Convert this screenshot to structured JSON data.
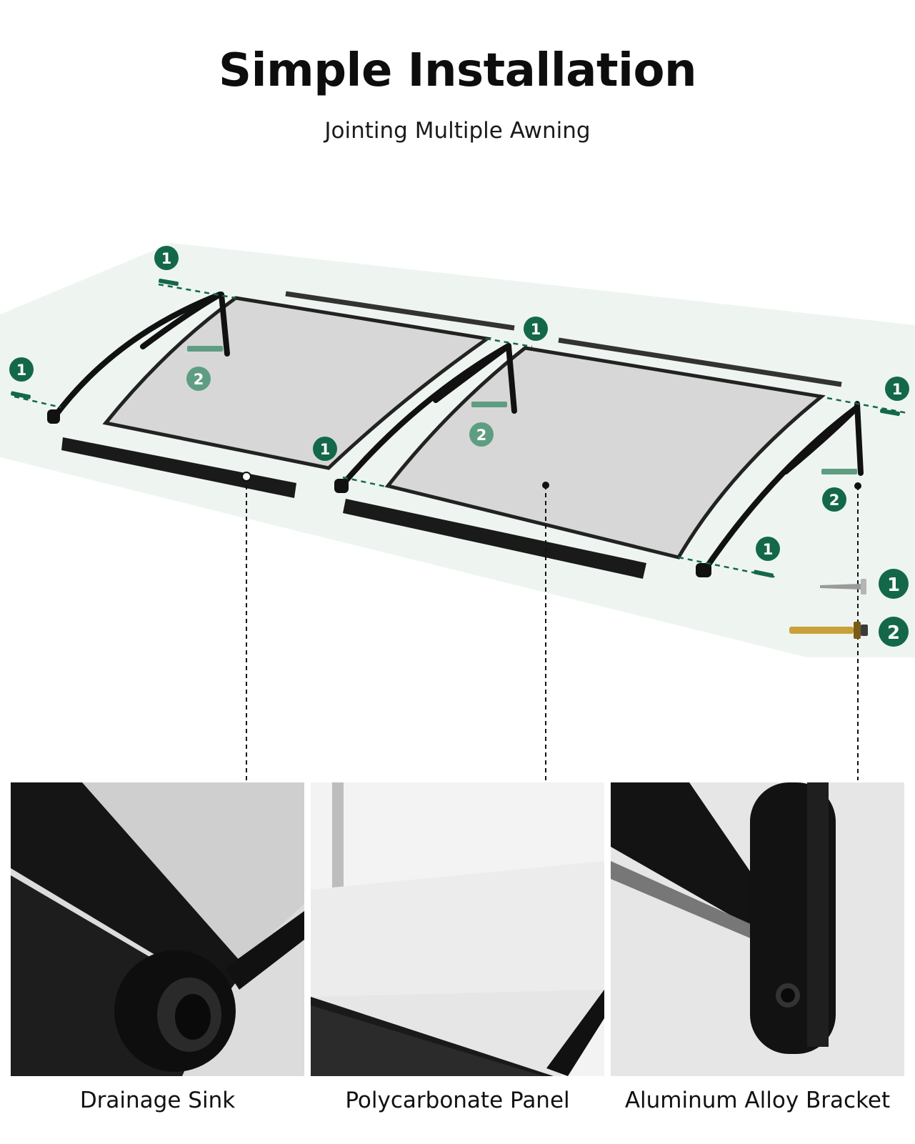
{
  "header": {
    "title": "Simple Installation",
    "subtitle": "Jointing Multiple Awning"
  },
  "badges": {
    "screw": "1",
    "anchor_bolt": "2"
  },
  "legend": {
    "screw_number": "1",
    "anchor_bolt_number": "2"
  },
  "details": [
    {
      "label": "Drainage Sink"
    },
    {
      "label": "Polycarbonate Panel"
    },
    {
      "label": "Aluminum Alloy Bracket"
    }
  ],
  "colors": {
    "badge_green": "#13684a",
    "badge_green_light": "#5f9d82",
    "bracket_black": "#111111",
    "panel_gray": "#d9d9d9",
    "floor_tint": "#eef5f1"
  },
  "icons": [
    "screw-icon",
    "anchor-bolt-icon",
    "bracket-icon",
    "drainage-sink-icon"
  ]
}
